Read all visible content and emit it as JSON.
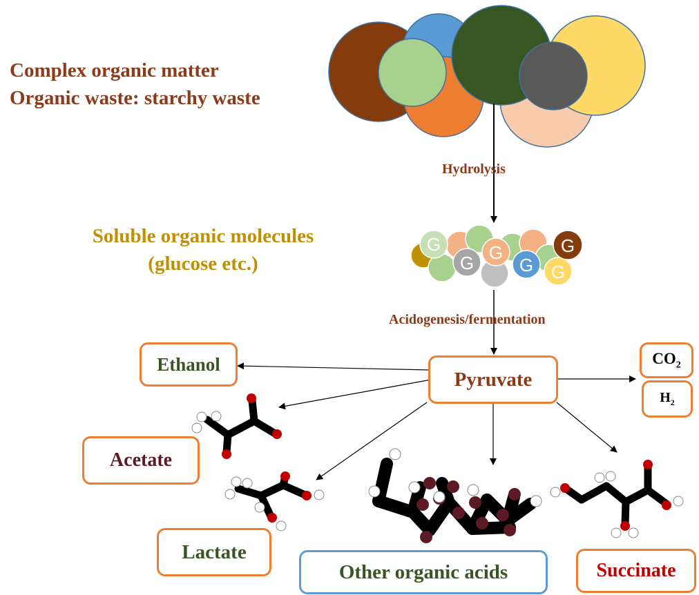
{
  "header": {
    "complex_line1": "Complex organic matter",
    "complex_line2": "Organic waste: starchy waste",
    "soluble_line1": "Soluble organic molecules",
    "soluble_line2": "(glucose etc.)"
  },
  "steps": {
    "hydrolysis": "Hydrolysis",
    "acidogenesis": "Acidogenesis/fermentation"
  },
  "nodes": {
    "pyruvate": "Pyruvate",
    "ethanol": "Ethanol",
    "acetate": "Acetate",
    "lactate": "Lactate",
    "other_acids": "Other organic acids",
    "succinate": "Succinate",
    "co2_main": "CO",
    "co2_sub": "2",
    "h2_main": "H",
    "h2_sub": "2"
  },
  "glucose_letter": "G",
  "colors": {
    "brown_text": "#8b3a1a",
    "gold_text": "#c09000",
    "green_text": "#375623",
    "maroon_text": "#5c1a24",
    "red_text": "#c00000",
    "box_orange": "#ed7d31",
    "box_blue": "#5b9bd5"
  }
}
